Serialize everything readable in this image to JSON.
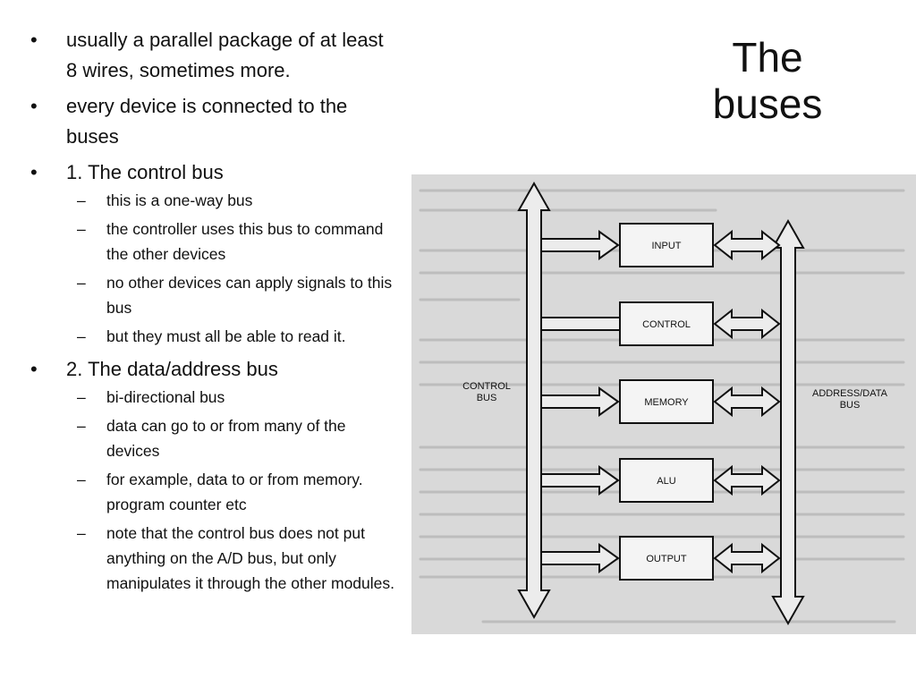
{
  "title_lines": [
    "The",
    "buses"
  ],
  "bullets": [
    {
      "text": " usually a parallel package of at least 8 wires, sometimes more.",
      "subs": []
    },
    {
      "text": "every device is connected to the buses",
      "subs": []
    },
    {
      "text": "1.  The control bus",
      "subs": [
        "this is a one-way bus",
        "the controller uses this bus to command the other devices",
        " no other devices can apply signals to this bus",
        " but they must all be able to read it."
      ]
    },
    {
      "text": "2.  The data/address bus",
      "subs": [
        "bi-directional bus",
        "data can go to or from many of the devices",
        "for example, data to or from memory. program counter etc",
        "note that the control bus does not put anything on the A/D bus, but only manipulates it through the other modules."
      ]
    }
  ],
  "bullet_glyph": "•",
  "dash_glyph": "–",
  "diagram": {
    "modules": [
      "INPUT",
      "CONTROL",
      "MEMORY",
      "ALU",
      "OUTPUT"
    ],
    "control_bus_label": [
      "CONTROL",
      "BUS"
    ],
    "address_bus_label": [
      "ADDRESS/DATA",
      "BUS"
    ]
  }
}
